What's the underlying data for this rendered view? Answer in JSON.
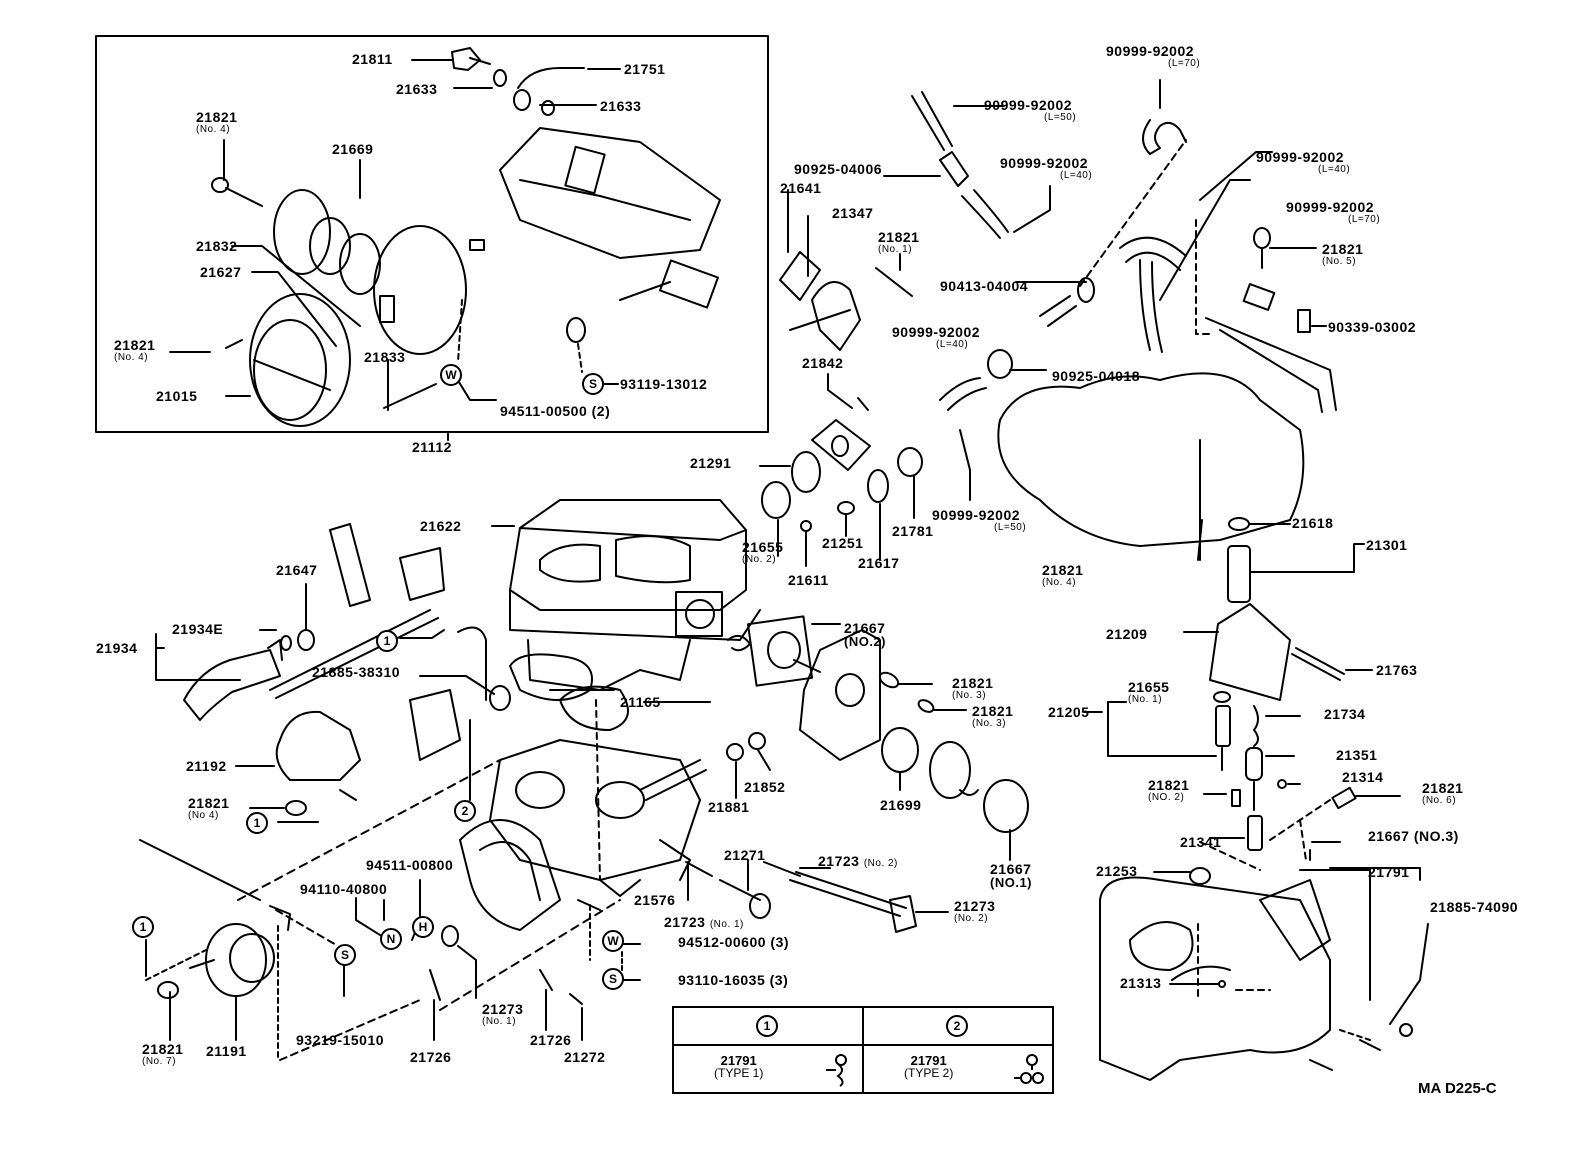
{
  "diagram": {
    "type": "exploded parts diagram",
    "subject": "carburetor assembly",
    "drawing_code": "MA D225-C",
    "inset_group": "21112",
    "labels": [
      {
        "id": "p21811",
        "text": "21811"
      },
      {
        "id": "p21751",
        "text": "21751"
      },
      {
        "id": "p21633a",
        "text": "21633"
      },
      {
        "id": "p21633b",
        "text": "21633"
      },
      {
        "id": "p21821n4a",
        "text": "21821",
        "note": "(No. 4)"
      },
      {
        "id": "p21669",
        "text": "21669"
      },
      {
        "id": "p21832",
        "text": "21832"
      },
      {
        "id": "p21627",
        "text": "21627"
      },
      {
        "id": "p21821n4b",
        "text": "21821",
        "note": "(No. 4)"
      },
      {
        "id": "p21833",
        "text": "21833"
      },
      {
        "id": "p21015",
        "text": "21015"
      },
      {
        "id": "p94511_00500",
        "text": "94511-00500 (2)"
      },
      {
        "id": "p93119_13012",
        "text": "93119-13012"
      },
      {
        "id": "p21112",
        "text": "21112"
      },
      {
        "id": "p90999_l70a",
        "text": "90999-92002",
        "note": "(L=70)"
      },
      {
        "id": "p90999_l50a",
        "text": "90999-92002",
        "note": "(L=50)"
      },
      {
        "id": "p90925_04006",
        "text": "90925-04006"
      },
      {
        "id": "p90999_l40a",
        "text": "90999-92002",
        "note": "(L=40)"
      },
      {
        "id": "p90999_l40b",
        "text": "90999-92002",
        "note": "(L=40)"
      },
      {
        "id": "p90999_l70b",
        "text": "90999-92002",
        "note": "(L=70)"
      },
      {
        "id": "p21821n5",
        "text": "21821",
        "note": "(No. 5)"
      },
      {
        "id": "p90339_03002",
        "text": "90339-03002"
      },
      {
        "id": "p21641",
        "text": "21641"
      },
      {
        "id": "p21347",
        "text": "21347"
      },
      {
        "id": "p21821n1",
        "text": "21821",
        "note": "(No. 1)"
      },
      {
        "id": "p90413_04004",
        "text": "90413-04004"
      },
      {
        "id": "p90999_l40c",
        "text": "90999-92002",
        "note": "(L=40)"
      },
      {
        "id": "p90925_04018",
        "text": "90925-04018"
      },
      {
        "id": "p21842",
        "text": "21842"
      },
      {
        "id": "p21291",
        "text": "21291"
      },
      {
        "id": "p21655n2",
        "text": "21655",
        "note": "(No. 2)"
      },
      {
        "id": "p21251",
        "text": "21251"
      },
      {
        "id": "p21611",
        "text": "21611"
      },
      {
        "id": "p21617",
        "text": "21617"
      },
      {
        "id": "p21781",
        "text": "21781"
      },
      {
        "id": "p90999_l50b",
        "text": "90999-92002",
        "note": "(L=50)"
      },
      {
        "id": "p21821n4c",
        "text": "21821",
        "note": "(No. 4)"
      },
      {
        "id": "p21618",
        "text": "21618"
      },
      {
        "id": "p21301",
        "text": "21301"
      },
      {
        "id": "p21622",
        "text": "21622"
      },
      {
        "id": "p21647",
        "text": "21647"
      },
      {
        "id": "p21934E",
        "text": "21934E"
      },
      {
        "id": "p21934",
        "text": "21934"
      },
      {
        "id": "p21885_38310",
        "text": "21885-38310"
      },
      {
        "id": "p21165",
        "text": "21165"
      },
      {
        "id": "p21667n2",
        "text": "21667",
        "note": "(NO.2)"
      },
      {
        "id": "p21821n3a",
        "text": "21821",
        "note": "(No. 3)"
      },
      {
        "id": "p21821n3b",
        "text": "21821",
        "note": "(No. 3)"
      },
      {
        "id": "p21209",
        "text": "21209"
      },
      {
        "id": "p21763",
        "text": "21763"
      },
      {
        "id": "p21655n1",
        "text": "21655",
        "note": "(No. 1)"
      },
      {
        "id": "p21205",
        "text": "21205"
      },
      {
        "id": "p21734",
        "text": "21734"
      },
      {
        "id": "p21351",
        "text": "21351"
      },
      {
        "id": "p21314",
        "text": "21314"
      },
      {
        "id": "p21821n2",
        "text": "21821",
        "note": "(NO. 2)"
      },
      {
        "id": "p21821n6",
        "text": "21821",
        "note": "(No. 6)"
      },
      {
        "id": "p21341",
        "text": "21341"
      },
      {
        "id": "p21667n3",
        "text": "21667 (NO.3)"
      },
      {
        "id": "p21791",
        "text": "21791"
      },
      {
        "id": "p21253",
        "text": "21253"
      },
      {
        "id": "p21885_74090",
        "text": "21885-74090"
      },
      {
        "id": "p21313",
        "text": "21313"
      },
      {
        "id": "p21192",
        "text": "21192"
      },
      {
        "id": "p21821n4d",
        "text": "21821",
        "note": "(No 4)"
      },
      {
        "id": "p21881",
        "text": "21881"
      },
      {
        "id": "p21852",
        "text": "21852"
      },
      {
        "id": "p21699",
        "text": "21699"
      },
      {
        "id": "p21667n1",
        "text": "21667",
        "note": "(NO.1)"
      },
      {
        "id": "p94511_00800",
        "text": "94511-00800"
      },
      {
        "id": "p94110_40800",
        "text": "94110-40800"
      },
      {
        "id": "p21271",
        "text": "21271"
      },
      {
        "id": "p21723n2",
        "text": "21723",
        "note": "(No. 2)"
      },
      {
        "id": "p21576",
        "text": "21576"
      },
      {
        "id": "p21723n1",
        "text": "21723",
        "note": "(No. 1)"
      },
      {
        "id": "p21273n2",
        "text": "21273",
        "note": "(No. 2)"
      },
      {
        "id": "p94512_00600",
        "text": "94512-00600 (3)"
      },
      {
        "id": "p93110_16035",
        "text": "93110-16035 (3)"
      },
      {
        "id": "p21273n1",
        "text": "21273",
        "note": "(No. 1)"
      },
      {
        "id": "p93219_15010",
        "text": "93219-15010"
      },
      {
        "id": "p21726a",
        "text": "21726"
      },
      {
        "id": "p21726b",
        "text": "21726"
      },
      {
        "id": "p21272",
        "text": "21272"
      },
      {
        "id": "p21821n7",
        "text": "21821",
        "note": "(No. 7)"
      },
      {
        "id": "p21191",
        "text": "21191"
      }
    ],
    "callout_symbols": {
      "one": "1",
      "two": "2",
      "washer": "W",
      "spring_washer": "S",
      "nut": "N",
      "hex": "H"
    },
    "legend": {
      "col1": {
        "symbol": "1",
        "part": "21791",
        "type": "(TYPE  1)"
      },
      "col2": {
        "symbol": "2",
        "part": "21791",
        "type": "(TYPE  2)"
      }
    }
  }
}
